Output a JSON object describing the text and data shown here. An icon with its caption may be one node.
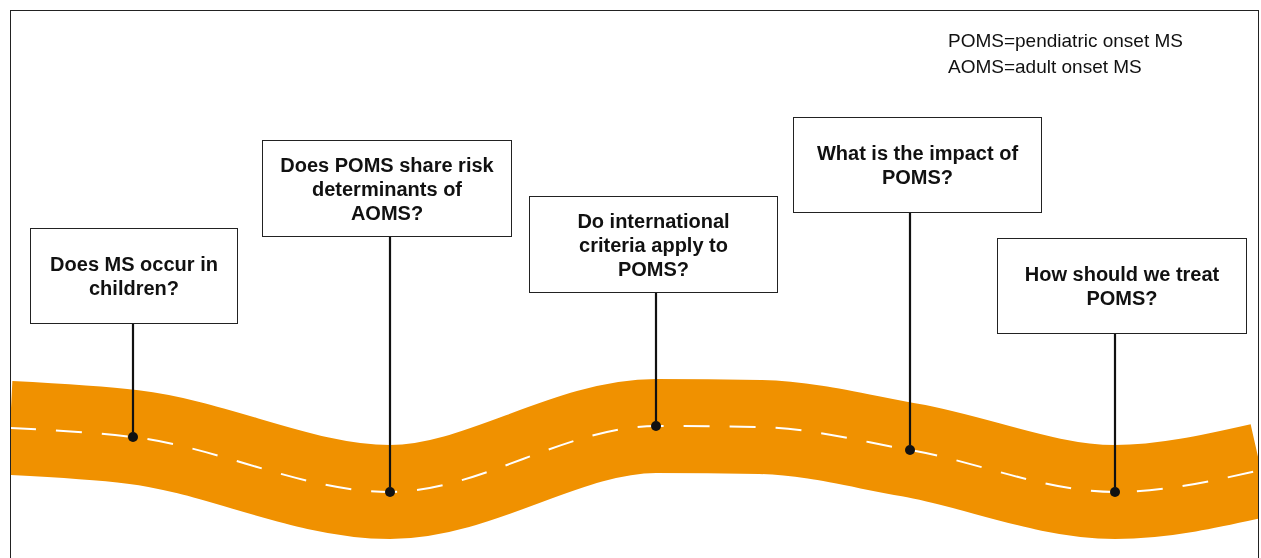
{
  "diagram": {
    "nodes": [
      {
        "text": [
          "Does MS occur in children?"
        ]
      },
      {
        "text": [
          "Does POMS share risk determinants of AOMS?"
        ]
      },
      {
        "text": [
          "Do international criteria apply to POMS?"
        ]
      },
      {
        "text": [
          "What is the impact of POMS?"
        ]
      },
      {
        "text": [
          "How should we treat POMS?"
        ]
      },
      {
        "text": [],
        "shape": "circle"
      },
      {
        "text": [],
        "shape": "circle"
      },
      {
        "text": [],
        "shape": "circle"
      },
      {
        "text": [],
        "shape": "circle"
      },
      {
        "text": [],
        "shape": "circle"
      }
    ],
    "edges": [
      {
        "from": 0,
        "to": 5,
        "arrow": "none"
      },
      {
        "from": 1,
        "to": 6,
        "arrow": "none"
      },
      {
        "from": 2,
        "to": 7,
        "arrow": "none"
      },
      {
        "from": 3,
        "to": 8,
        "arrow": "none"
      },
      {
        "from": 4,
        "to": 9,
        "arrow": "none"
      }
    ],
    "labels": [
      "POMS=pendiatric onset MS",
      "AOMS=adult onset MS"
    ]
  }
}
